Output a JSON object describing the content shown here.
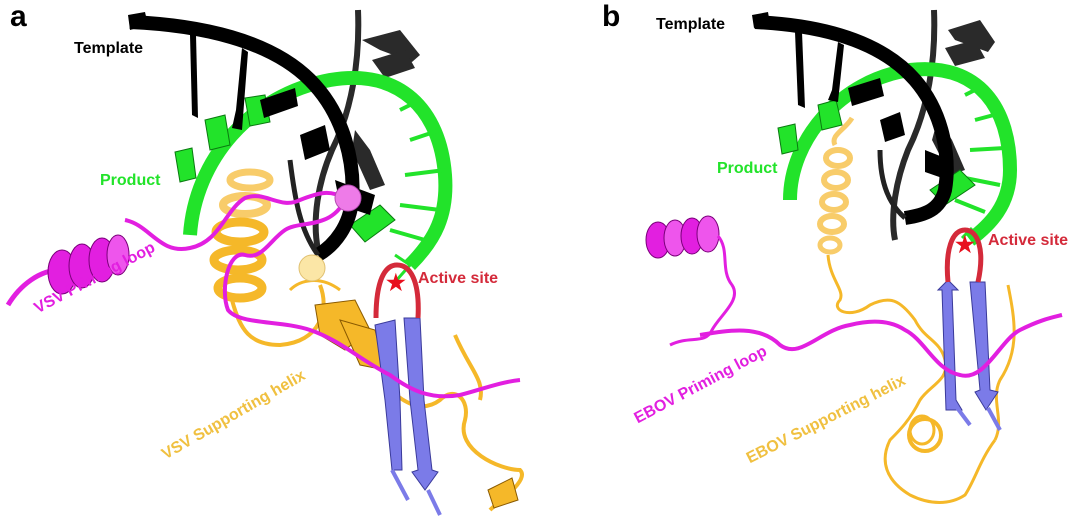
{
  "colors": {
    "template": "#000000",
    "product": "#22e32a",
    "priming_loop": "#e21fe0",
    "supporting_helix": "#f5b829",
    "supporting_helix_light": "#f8cc6a",
    "beta_strand": "#7b7be8",
    "active_site": "#d42a3a",
    "active_star": "#e8101e",
    "metal_pink": "#ee7be8",
    "metal_cream": "#fbe6a6"
  },
  "panels": [
    {
      "letter": "a",
      "template_label": "Template",
      "product_label": "Product",
      "active_site_label": "Active site",
      "priming_loop_label": "VSV Priming loop",
      "supporting_helix_label": "VSV Supporting helix"
    },
    {
      "letter": "b",
      "template_label": "Template",
      "product_label": "Product",
      "active_site_label": "Active site",
      "priming_loop_label": "EBOV Priming loop",
      "supporting_helix_label": "EBOV Supporting helix"
    }
  ],
  "icons": {
    "active_site_marker": "★"
  }
}
